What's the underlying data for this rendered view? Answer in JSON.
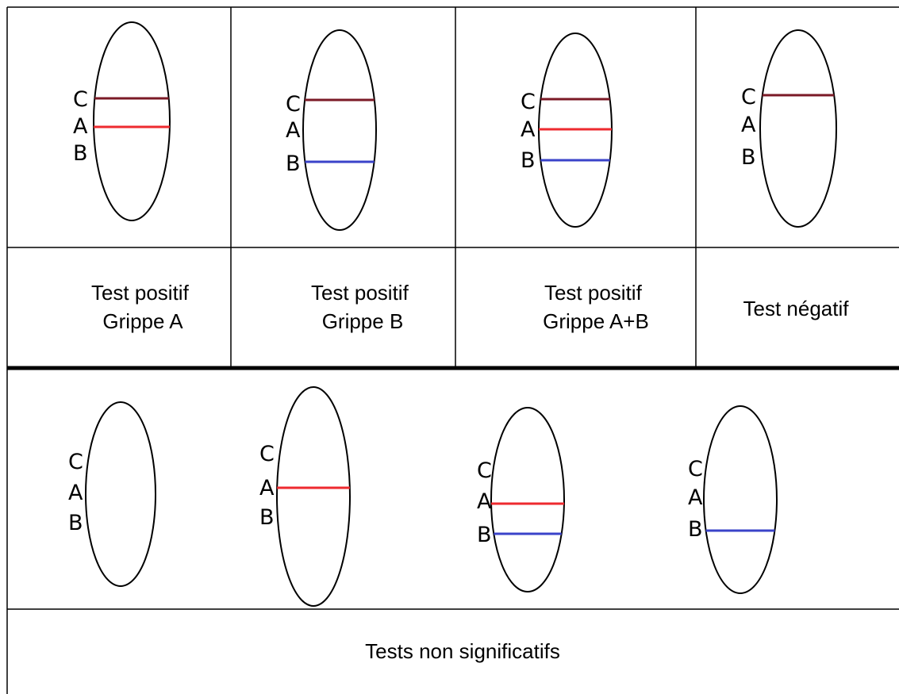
{
  "colors": {
    "control_line": "#7b1a26",
    "flu_a_line": "#ee2a2f",
    "flu_b_line": "#3a43c9",
    "outline": "#000000",
    "background": "#ffffff"
  },
  "strip_letters": [
    "C",
    "A",
    "B"
  ],
  "valid_results": [
    {
      "caption_lines": [
        "Test positif",
        "Grippe A"
      ],
      "bands": [
        "C",
        "A"
      ]
    },
    {
      "caption_lines": [
        "Test positif",
        "Grippe B"
      ],
      "bands": [
        "C",
        "B"
      ]
    },
    {
      "caption_lines": [
        "Test positif",
        "Grippe A+B"
      ],
      "bands": [
        "C",
        "A",
        "B"
      ]
    },
    {
      "caption_lines": [
        "Test négatif"
      ],
      "bands": [
        "C"
      ]
    }
  ],
  "invalid_results": {
    "caption": "Tests non significatifs",
    "strips": [
      {
        "bands": []
      },
      {
        "bands": [
          "A"
        ]
      },
      {
        "bands": [
          "A",
          "B"
        ]
      },
      {
        "bands": [
          "B"
        ]
      }
    ]
  }
}
